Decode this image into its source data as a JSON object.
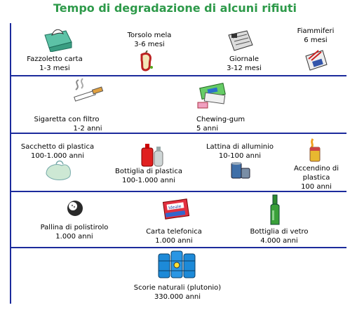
{
  "title": "Tempo di degradazione di alcuni rifiuti",
  "colors": {
    "title": "#2e9a4a",
    "lines": "#1c2b9c"
  },
  "items": [
    {
      "name": "Fazzoletto carta",
      "time": "1-3 mesi"
    },
    {
      "name": "Torsolo mela",
      "time": "3-6 mesi"
    },
    {
      "name": "Giornale",
      "time": "3-12 mesi"
    },
    {
      "name": "Fiammiferi",
      "time": "6 mesi"
    },
    {
      "name": "Sigaretta con filtro",
      "time": "1-2 anni"
    },
    {
      "name": "Chewing-gum",
      "time": "5 anni"
    },
    {
      "name": "Sacchetto di plastica",
      "time": "100-1.000 anni"
    },
    {
      "name": "Bottiglia di plastica",
      "time": "100-1.000 anni"
    },
    {
      "name": "Lattina di alluminio",
      "time": "10-100 anni"
    },
    {
      "name_line1": "Accendino di",
      "name_line2": "plastica",
      "time": "100 anni"
    },
    {
      "name": "Pallina di polistirolo",
      "time": "1.000 anni"
    },
    {
      "name": "Carta telefonica",
      "time": "1.000 anni",
      "card_text": "Ideale"
    },
    {
      "name": "Bottiglia di vetro",
      "time": "4.000 anni"
    },
    {
      "name": "Scorie naturali (plutonio)",
      "time": "330.000 anni"
    }
  ]
}
